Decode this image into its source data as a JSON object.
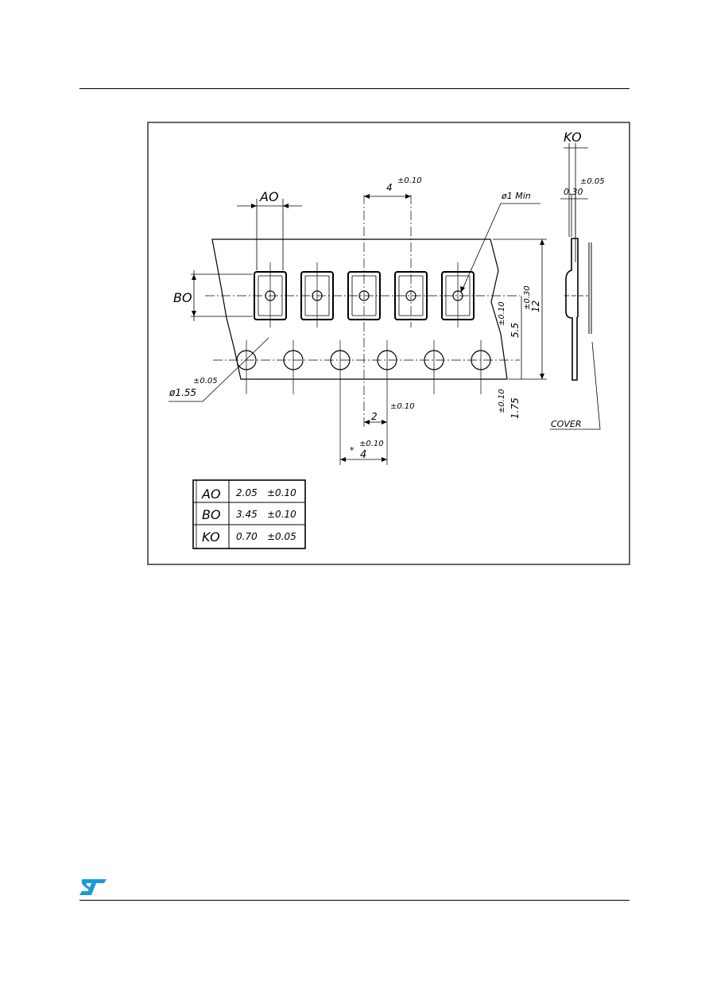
{
  "drawing": {
    "dim_ao": "AO",
    "dim_bo": "BO",
    "dim_ko": "KO",
    "pitch_value": "4",
    "pitch_tol": "±0.10",
    "hole_min_label": "ø1 Min",
    "ko_tol": "±0.05",
    "cover_thickness": "0.30",
    "tape_width": "12",
    "tape_width_tol": "±0.30",
    "hole_to_pocket": "5.5",
    "hole_to_pocket_tol": "±0.10",
    "edge_to_hole": "1.75",
    "edge_to_hole_tol": "±0.10",
    "sprocket_dia": "ø1.55",
    "sprocket_tol": "±0.05",
    "half_pitch": "2",
    "half_pitch_tol": "±0.10",
    "sprocket_pitch_star": "*",
    "sprocket_pitch": "4",
    "sprocket_pitch_tol": "±0.10",
    "cover_label": "COVER"
  },
  "table": {
    "rows": [
      {
        "dim": "AO",
        "value": "2.05",
        "tol": "±0.10"
      },
      {
        "dim": "BO",
        "value": "3.45",
        "tol": "±0.10"
      },
      {
        "dim": "KO",
        "value": "0.70",
        "tol": "±0.05"
      }
    ]
  },
  "colors": {
    "line": "#000000",
    "logo": "#1a9bd7"
  },
  "logo_name": "st-logo"
}
